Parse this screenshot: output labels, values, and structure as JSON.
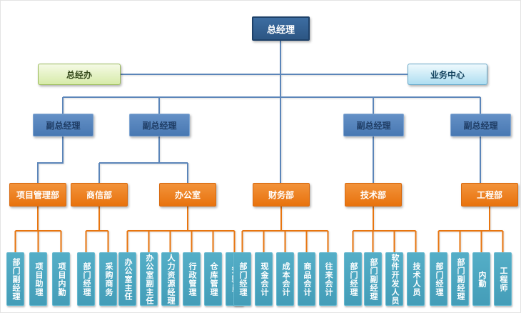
{
  "org": {
    "root": {
      "label": "总经理"
    },
    "general_office": {
      "label": "总经办"
    },
    "business_center": {
      "label": "业务中心"
    },
    "deputies": [
      {
        "label": "副总经理"
      },
      {
        "label": "副总经理"
      },
      {
        "label": "副总经理"
      },
      {
        "label": "副总经理"
      }
    ],
    "departments": [
      {
        "label": "项目管理部",
        "children": [
          "部门副经理",
          "项目助理",
          "项目内勤"
        ]
      },
      {
        "label": "商信部",
        "children": [
          "部门经理",
          "采购商务"
        ]
      },
      {
        "label": "办公室",
        "children": [
          "办公室主任",
          "办公室副主任",
          "人力资源经理",
          "行政管理",
          "仓库管理",
          "驾驶员"
        ]
      },
      {
        "label": "财务部",
        "children": [
          "部门经理",
          "现金会计",
          "成本会计",
          "商品会计",
          "往来会计"
        ]
      },
      {
        "label": "技术部",
        "children": [
          "部门经理",
          "部门副经理",
          "软件开发人员",
          "技术人员"
        ]
      },
      {
        "label": "工程部",
        "children": [
          "部门经理",
          "部门副经理",
          "内勤",
          "工程师"
        ]
      }
    ],
    "colors": {
      "root_fill": "#2c5684",
      "deputy_fill": "#4f81bd",
      "department_fill": "#e8720d",
      "staff_fill": "#4ba6c1",
      "general_office_fill": "#d7eba9",
      "business_center_fill": "#aedef1",
      "blue_connector": "#5b85b9",
      "orange_connector": "#e8750f"
    }
  }
}
